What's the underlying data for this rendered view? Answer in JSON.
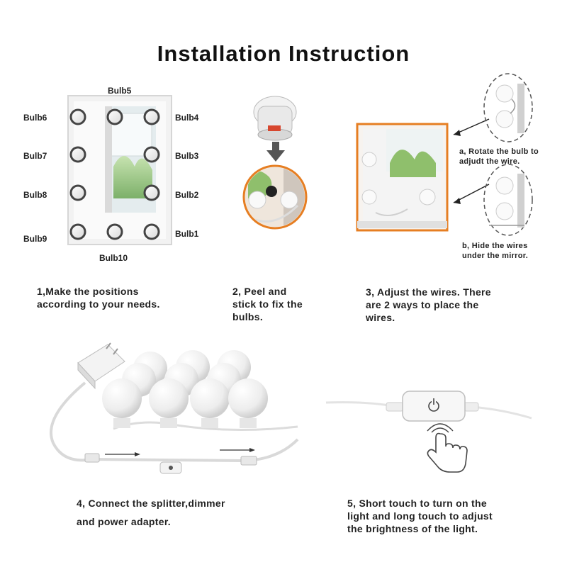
{
  "title": "Installation Instruction",
  "bulbs": {
    "top": "Bulb5",
    "left": [
      "Bulb6",
      "Bulb7",
      "Bulb8",
      "Bulb9"
    ],
    "right": [
      "Bulb4",
      "Bulb3",
      "Bulb2",
      "Bulb1"
    ],
    "bottom": "Bulb10"
  },
  "steps": {
    "step1": [
      "1,Make the positions",
      "according to your needs."
    ],
    "step2": [
      "2, Peel and",
      "stick to fix the",
      "bulbs."
    ],
    "step3": [
      "3, Adjust the wires. There",
      "are 2 ways to place the",
      "wires."
    ],
    "step4": [
      "4, Connect the splitter,dimmer",
      "and power adapter."
    ],
    "step5": [
      "5, Short touch to turn on the",
      "light and long touch to adjust",
      "the brightness of the light."
    ]
  },
  "wire_options": {
    "a": [
      "a, Rotate the bulb to",
      "adjudt the wire."
    ],
    "b": [
      "b, Hide the wires",
      "under the mirror."
    ]
  },
  "colors": {
    "accent_orange": "#e67e22",
    "bulb_fill": "#f4f4f4",
    "frame": "#e8e8e8"
  }
}
